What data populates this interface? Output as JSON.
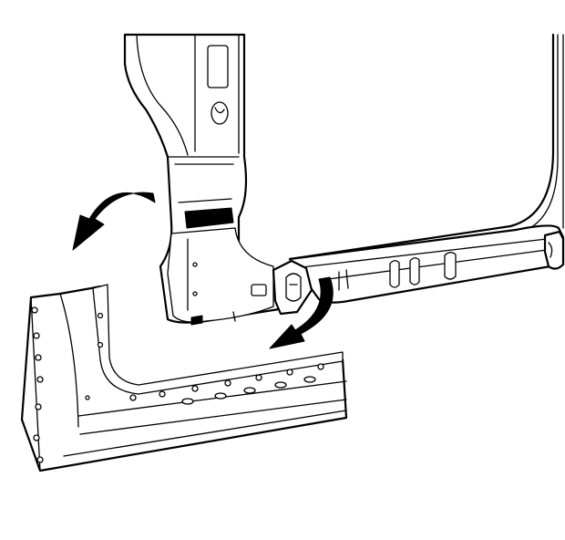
{
  "diagram": {
    "colors": {
      "ink": "#000000",
      "paper": "#ffffff"
    },
    "parts": [
      "body-side-panel",
      "b-pillar-reinforcement",
      "rocker-panel-outer"
    ],
    "arrows": [
      "curved-arrow-left",
      "curved-arrow-down"
    ]
  }
}
